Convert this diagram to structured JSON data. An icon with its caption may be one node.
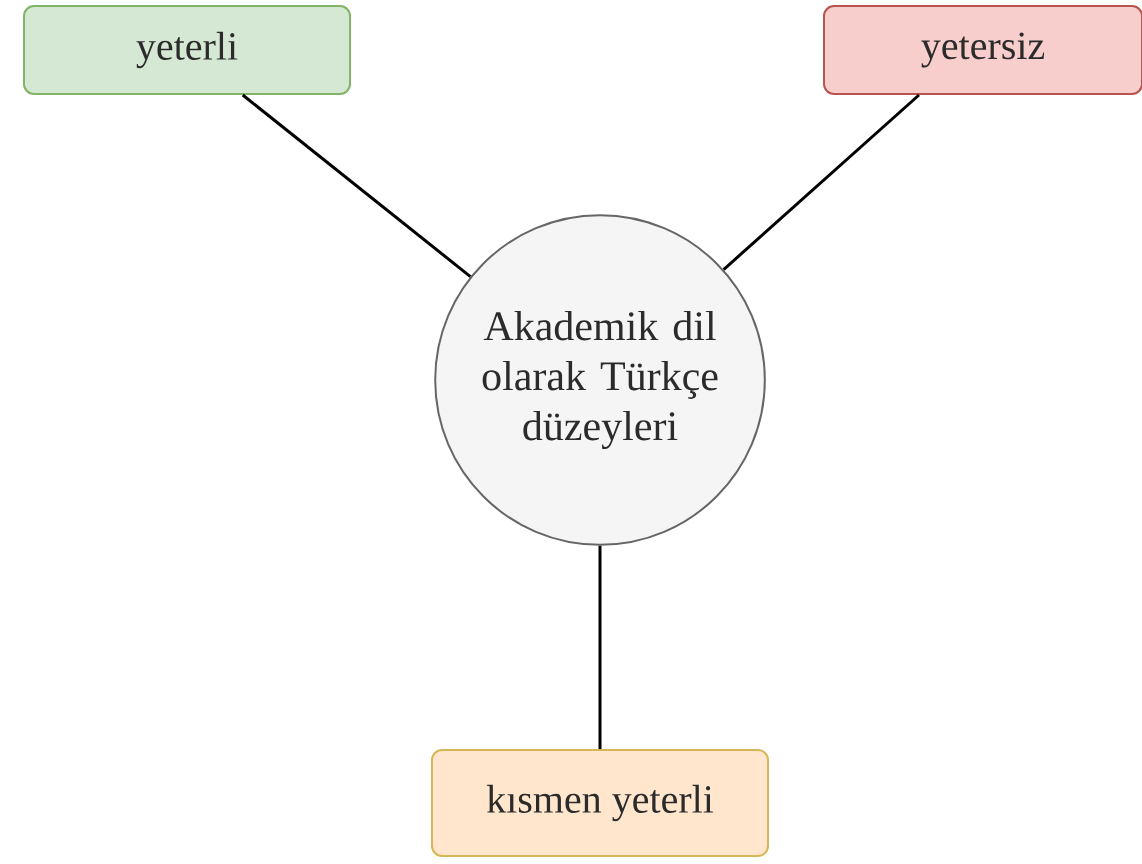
{
  "diagram": {
    "nodes": [
      {
        "text": [
          "yeterli"
        ]
      },
      {
        "text": [
          "yetersiz"
        ]
      },
      {
        "text": [
          "Akademik dil olarak Türkçe düzeyleri"
        ]
      },
      {
        "text": [
          "kısmen yeterli"
        ]
      }
    ],
    "edges": [
      {
        "from": 2,
        "to": 0,
        "arrow": "none"
      },
      {
        "from": 2,
        "to": 1,
        "arrow": "none"
      },
      {
        "from": 2,
        "to": 3,
        "arrow": "none"
      }
    ]
  }
}
